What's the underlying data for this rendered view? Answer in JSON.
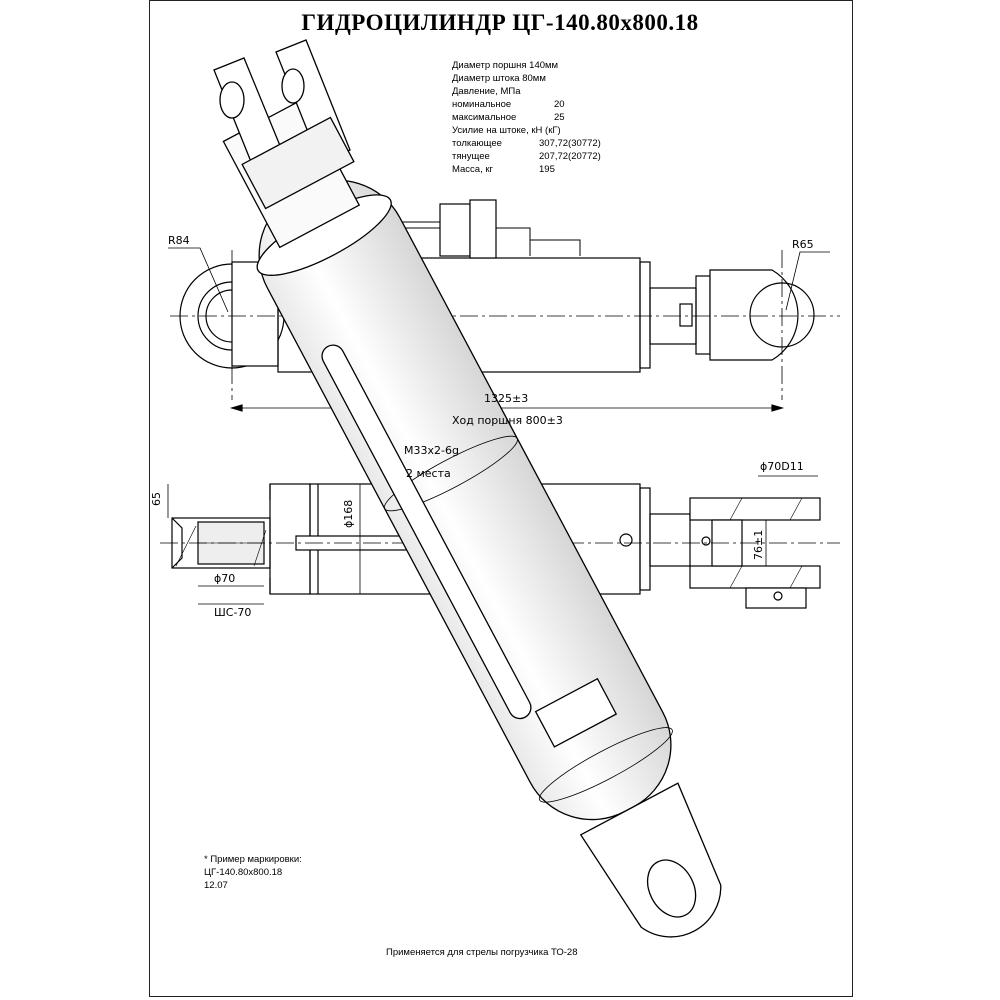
{
  "title": "ГИДРОЦИЛИНДР  ЦГ-140.80x800.18",
  "specs": [
    {
      "label": "Диаметр поршня 140мм",
      "value": ""
    },
    {
      "label": "Диаметр штока 80мм",
      "value": ""
    },
    {
      "label": "Давление, МПа",
      "value": ""
    },
    {
      "label": "номинальное",
      "value": "20"
    },
    {
      "label": "максимальное",
      "value": "25"
    },
    {
      "label": "Усилие на штоке, кН (кГ)",
      "value": ""
    },
    {
      "label": "толкающее",
      "value": "307,72(30772)"
    },
    {
      "label": "тянущее",
      "value": "207,72(20772)"
    },
    {
      "label": "Масса, кг",
      "value": "195"
    }
  ],
  "dimensions": {
    "r84": "R84",
    "r65": "R65",
    "length": "1325±3",
    "stroke": "Ход поршня 800±3",
    "thread": "M33x2-6g",
    "places": "2 места",
    "d168": "ϕ168",
    "d70": "ϕ70",
    "bearing": "ШС-70",
    "h65": "65",
    "d70d11": "ϕ70D11",
    "w76": "76±1"
  },
  "marking": {
    "line1": "* Пример маркировки:",
    "line2": "ЦГ-140.80x800.18",
    "line3": "12.07"
  },
  "footer": "Применяется для стрелы погрузчика ТО-28"
}
